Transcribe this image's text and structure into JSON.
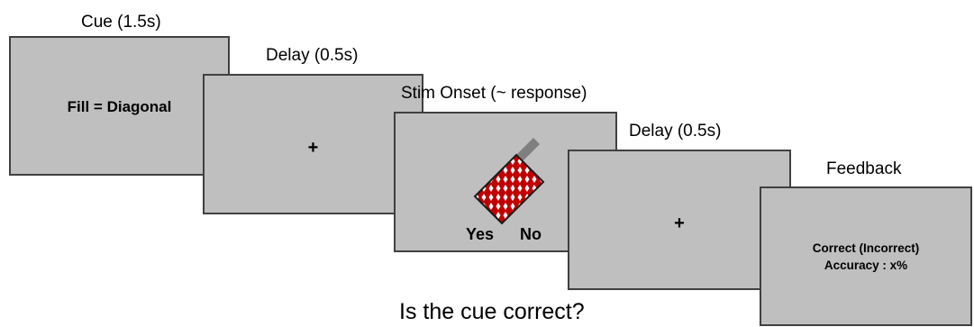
{
  "stages": [
    {
      "label": "Cue (1.5s)",
      "content": "Fill = Diagonal"
    },
    {
      "label": "Delay (0.5s)",
      "content": "+"
    },
    {
      "label": "Stim Onset (~ response)",
      "options": {
        "yes": "Yes",
        "no": "No"
      }
    },
    {
      "label": "Delay (0.5s)",
      "content": "+"
    },
    {
      "label": "Feedback",
      "lines": [
        "Correct (Incorrect)",
        "Accuracy : x%"
      ]
    }
  ],
  "question": "Is the cue correct?",
  "colors": {
    "screen_fill": "#bfbfbf",
    "screen_border": "#404040",
    "stimulus_red": "#c00000",
    "stimulus_shadow": "#7f7f7f"
  }
}
